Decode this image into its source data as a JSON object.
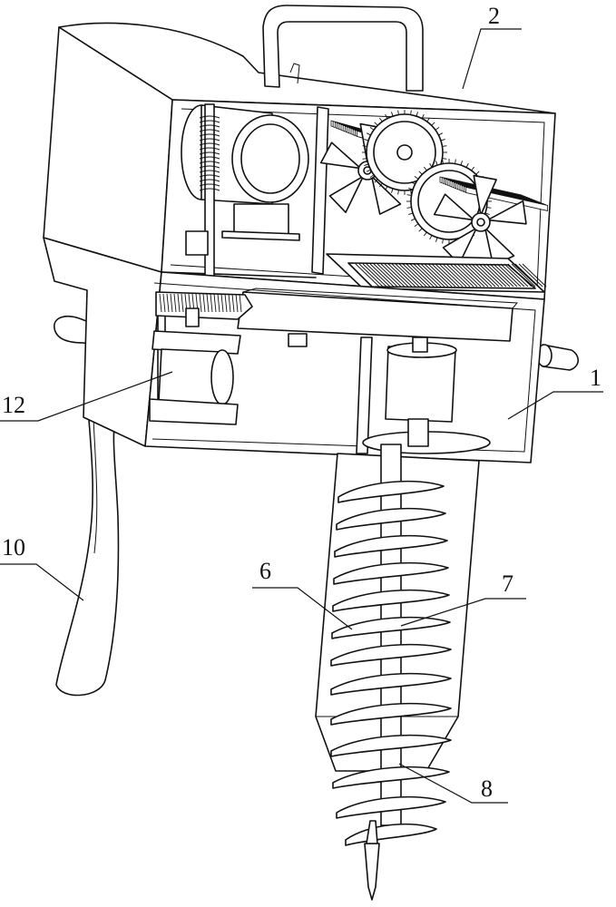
{
  "labels": {
    "l1": "1",
    "l2": "2",
    "l6": "6",
    "l7": "7",
    "l8": "8",
    "l10": "10",
    "l12": "12"
  },
  "colors": {
    "line": "#111111",
    "background": "#ffffff"
  }
}
